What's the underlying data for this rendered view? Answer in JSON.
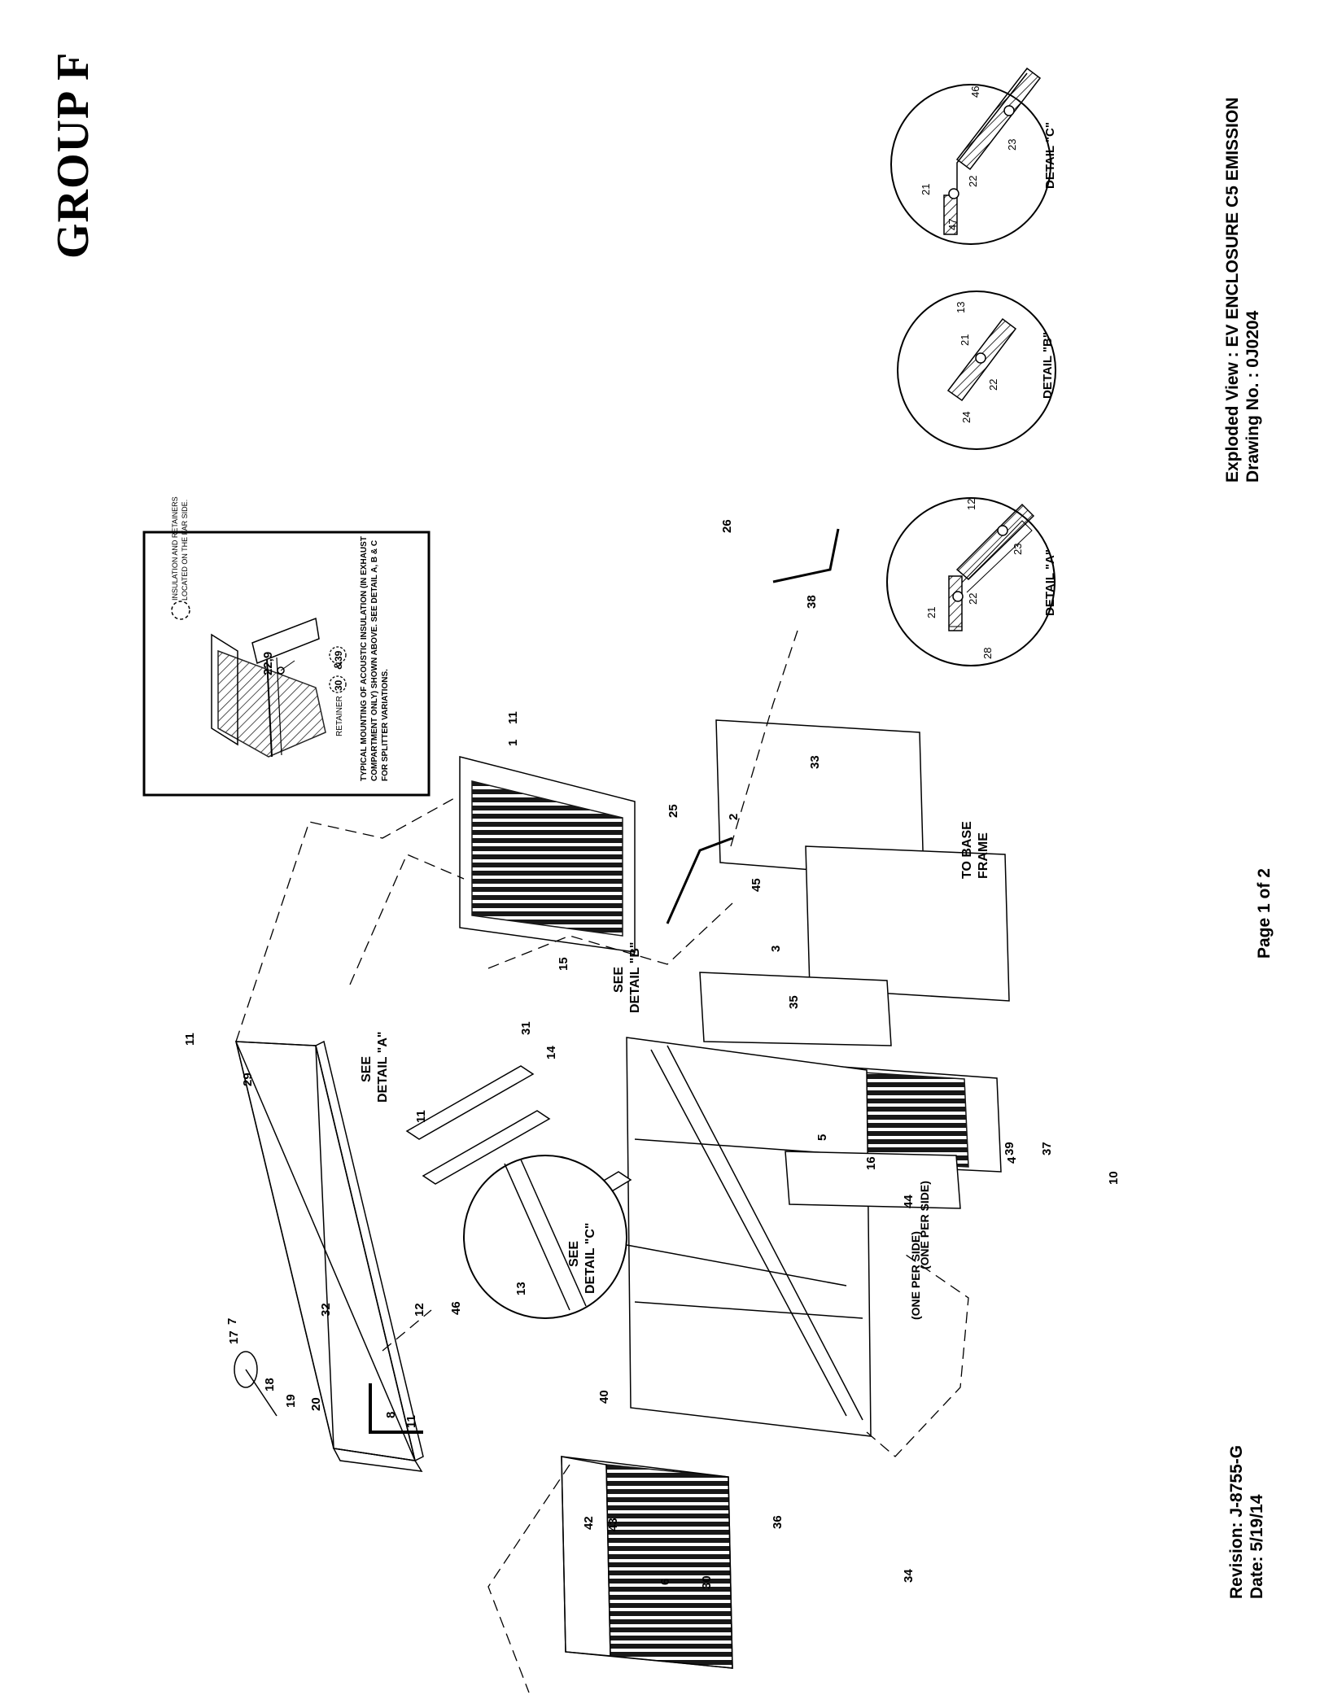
{
  "page": {
    "group_title": "GROUP F",
    "view_title": "Exploded View : EV ENCLOSURE C5 EMISSION",
    "drawing_number": "Drawing No. : 0J0204",
    "page_number": "Page 1 of 2",
    "revision": "Revision: J-8755-G",
    "date": "Date: 5/19/14"
  },
  "inset_note": {
    "legend": [
      "INSULATION AND RETAINERS",
      "LOCATED ON THE FAR SIDE."
    ],
    "part_label": "22,9",
    "retainer_label": "RETAINER",
    "retainer_ref_a": "30",
    "retainer_amp": "&",
    "retainer_ref_b": "39",
    "note_lines": [
      "TYPICAL MOUNTING OF ACOUSTIC INSULATION (IN EXHAUST",
      "COMPARTMENT ONLY) SHOWN ABOVE. SEE DETAIL A, B & C",
      "FOR SPLITTER VARIATIONS."
    ]
  },
  "details": {
    "a": {
      "title": "DETAIL \"A\"",
      "labels": [
        "21",
        "22",
        "23",
        "12",
        "28"
      ]
    },
    "b": {
      "title": "DETAIL \"B\"",
      "labels": [
        "21",
        "13",
        "22",
        "24"
      ]
    },
    "c": {
      "title": "DETAIL \"C\"",
      "labels": [
        "21",
        "22",
        "23",
        "46",
        "47"
      ]
    }
  },
  "callouts": {
    "see_detail_a": [
      "SEE",
      "DETAIL \"A\""
    ],
    "see_detail_b": [
      "SEE",
      "DETAIL \"B\""
    ],
    "see_detail_c": [
      "SEE",
      "DETAIL \"C\""
    ],
    "to_base_frame": [
      "TO BASE",
      "FRAME"
    ],
    "one_per_side": "(ONE PER SIDE)"
  },
  "part_numbers": {
    "p1": "1",
    "p2": "2",
    "p3": "3",
    "p4": "4",
    "p5": "5",
    "p6": "6",
    "p7": "7",
    "p8": "8",
    "p10": "10",
    "p11": "11",
    "p12": "12",
    "p13": "13",
    "p14": "14",
    "p15": "15",
    "p16": "16",
    "p17": "17",
    "p18": "18",
    "p19": "19",
    "p20": "20",
    "p25": "25",
    "p26": "26",
    "p29": "29",
    "p30": "30",
    "p31": "31",
    "p32": "32",
    "p33": "33",
    "p34": "34",
    "p35": "35",
    "p36": "36",
    "p37": "37",
    "p38": "38",
    "p39": "39",
    "p40": "40",
    "p42": "42",
    "p43": "43",
    "p44": "44",
    "p45": "45",
    "p46": "46"
  }
}
